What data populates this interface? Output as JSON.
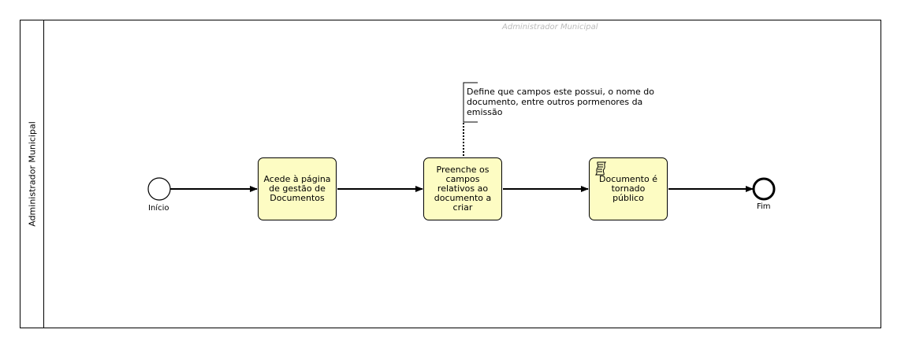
{
  "pool": {
    "label": "Administrador Municipal"
  },
  "lane": {
    "label": "Administrador Municipal"
  },
  "events": {
    "start": {
      "label": "Início"
    },
    "end": {
      "label": "Fim"
    }
  },
  "tasks": [
    {
      "label": "Acede à página de gestão de Documentos",
      "type": "task"
    },
    {
      "label": "Preenche os campos relativos ao documento a criar",
      "type": "task"
    },
    {
      "label": "Documento é tornado público",
      "type": "script-task",
      "icon": "script-icon"
    }
  ],
  "annotation": {
    "text": "Define que campos este possui, o nome do documento, entre outros pormenores da emissão"
  },
  "colors": {
    "task_fill": "#fdfcc3",
    "stroke": "#000000",
    "lane_label": "#bbbbbb"
  }
}
